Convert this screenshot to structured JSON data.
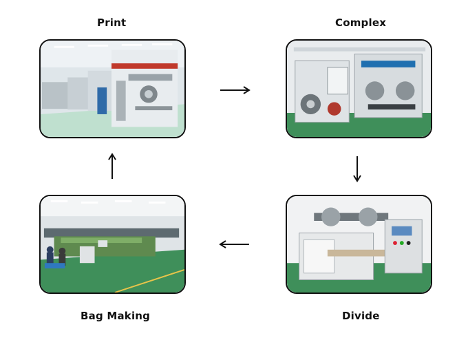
{
  "steps": {
    "print": {
      "label": "Print"
    },
    "complex": {
      "label": "Complex"
    },
    "divide": {
      "label": "Divide"
    },
    "bag_making": {
      "label": "Bag Making"
    }
  },
  "flow": [
    "Print",
    "Complex",
    "Divide",
    "Bag Making",
    "Print"
  ],
  "colors": {
    "floor_green": "#3f8f5a",
    "machine_red": "#c0392b",
    "ink": "#111111"
  }
}
